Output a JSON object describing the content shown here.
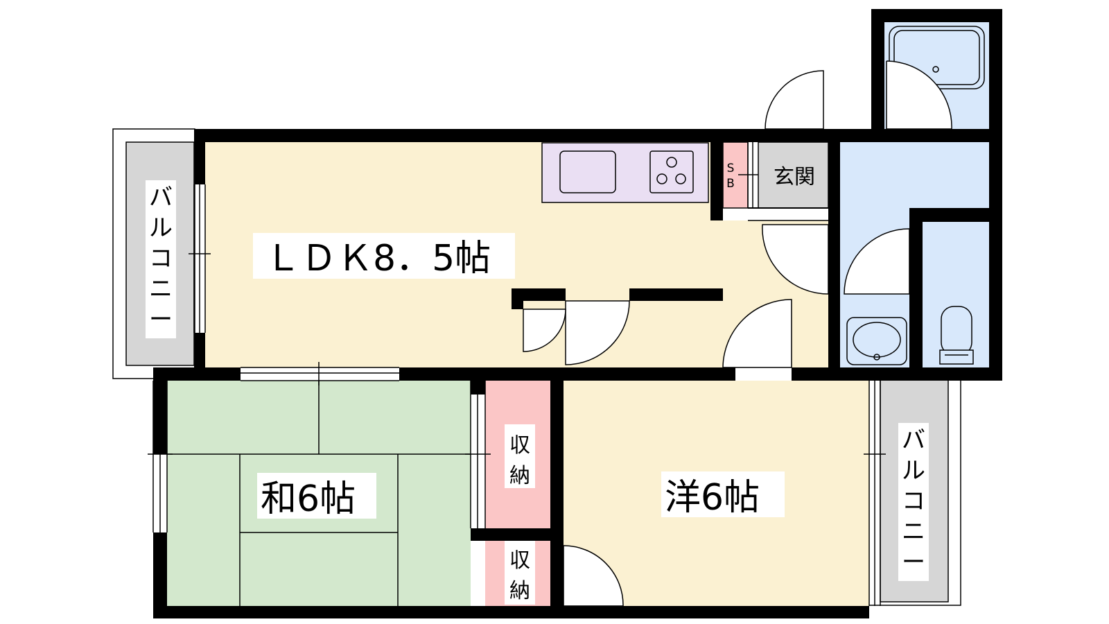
{
  "colors": {
    "ldk": "#fbf1d2",
    "washitsu": "#d3e8cd",
    "storage": "#fbc6c6",
    "wet": "#d8e8fb",
    "kitchen": "#eadff3",
    "balcony": "#d6d6d6",
    "genkan": "#d6d6d6",
    "wall": "#000000"
  },
  "rooms": {
    "ldk": "ＬＤＫ8．5帖",
    "washitsu": "和6帖",
    "yoshitsu": "洋6帖",
    "genkan": "玄関",
    "shoe_box": [
      "S",
      "B"
    ],
    "storage_1": [
      "収",
      "納"
    ],
    "storage_2": [
      "収",
      "納"
    ],
    "balcony_left": [
      "バ",
      "ル",
      "コ",
      "ニ",
      "ー"
    ],
    "balcony_right": [
      "バ",
      "ル",
      "コ",
      "ニ",
      "ー"
    ]
  }
}
